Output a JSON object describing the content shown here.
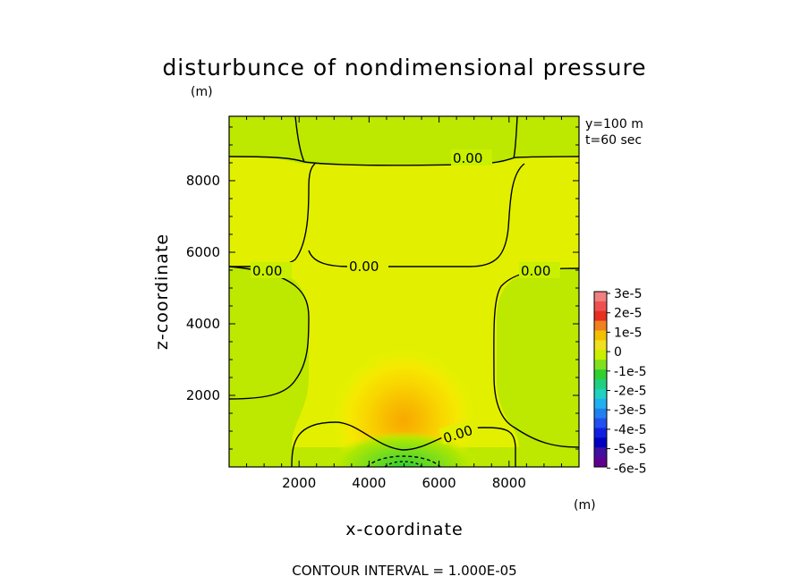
{
  "chart_data": {
    "type": "heatmap",
    "title": "disturbunce of nondimensional pressure",
    "xlabel": "x-coordinate",
    "ylabel": "z-coordinate",
    "x_unit": "(m)",
    "y_unit": "(m)",
    "xlim": [
      0,
      10000
    ],
    "ylim": [
      0,
      9800
    ],
    "x_ticks": [
      2000,
      4000,
      6000,
      8000
    ],
    "y_ticks": [
      2000,
      4000,
      6000,
      8000
    ],
    "x_tick_labels": [
      "2000",
      "4000",
      "6000",
      "8000"
    ],
    "y_tick_labels": [
      "2000",
      "4000",
      "6000",
      "8000"
    ],
    "annotations": [
      "y=100 m",
      "t=60 sec"
    ],
    "contour_interval_text": "CONTOUR INTERVAL = 1.000E-05",
    "contour_labels": [
      "0.00",
      "0.00",
      "0.00",
      "0.00",
      "0.00"
    ],
    "colorbar": {
      "labels": [
        "3e-5",
        "2e-5",
        "1e-5",
        "0",
        "-1e-5",
        "-2e-5",
        "-3e-5",
        "-4e-5",
        "-5e-5",
        "-6e-5"
      ],
      "colors": [
        "#f07f7f",
        "#ee5050",
        "#e63020",
        "#f08020",
        "#f2c000",
        "#f0e020",
        "#c8f000",
        "#80e020",
        "#30d030",
        "#20d080",
        "#20d0c0",
        "#20b0f0",
        "#2080f0",
        "#2050f0",
        "#1020e0",
        "#0000c0",
        "#4010a0",
        "#600090"
      ]
    },
    "field": {
      "background_value": 0,
      "positive_max": 1.3e-05,
      "positive_center": [
        5000,
        1100
      ],
      "negative_min": -2e-05,
      "negative_center": [
        5000,
        100
      ],
      "colors": {
        "near_zero_negative": "#c8f000",
        "near_zero_positive": "#e8f000",
        "slightly_negative_bg": "#bde800",
        "pos_1": "#f4f000",
        "pos_2": "#f8e000",
        "pos_3": "#f8cc00",
        "pos_4": "#f8b800",
        "pos_5": "#f8a800",
        "neg_1": "#90e020",
        "neg_2": "#40d030"
      }
    }
  }
}
